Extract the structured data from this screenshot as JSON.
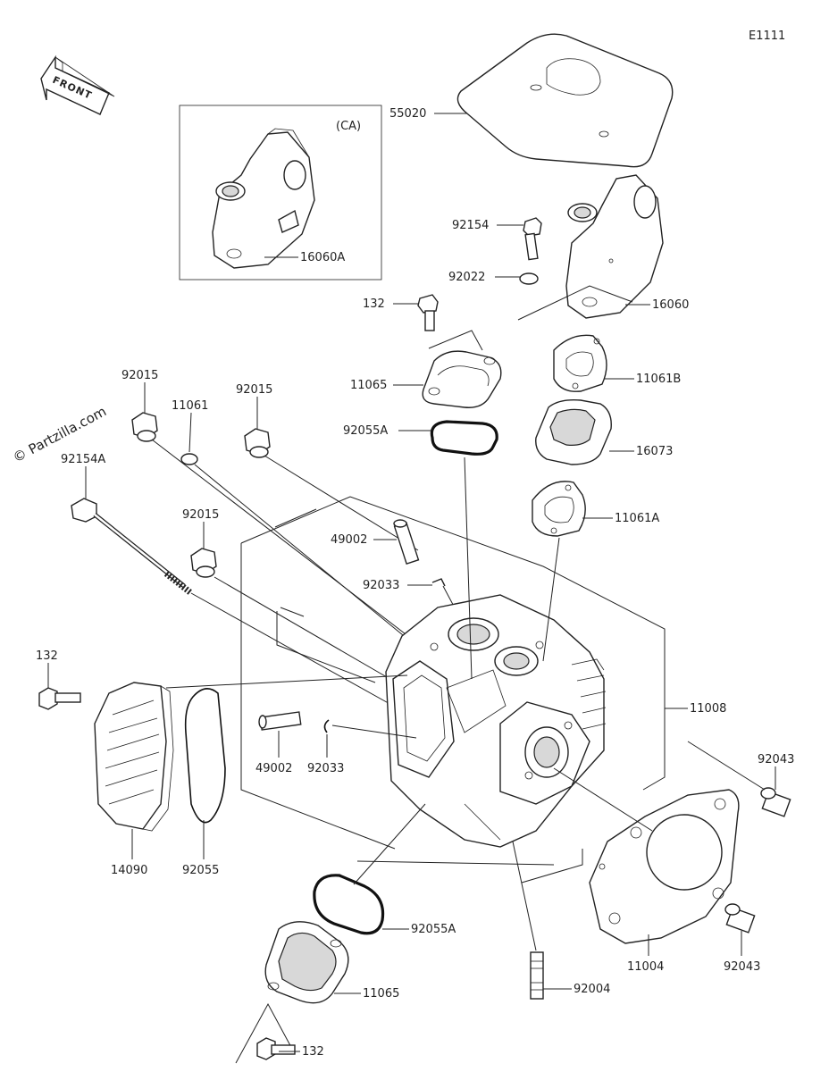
{
  "diagram": {
    "code": "E1111",
    "front_label": "FRONT",
    "watermark": "© Partzilla.com",
    "variant_box_label": "(CA)",
    "parts": [
      {
        "id": "p55020",
        "number": "55020"
      },
      {
        "id": "p16060A",
        "number": "16060A"
      },
      {
        "id": "p92154",
        "number": "92154"
      },
      {
        "id": "p92022",
        "number": "92022"
      },
      {
        "id": "p16060",
        "number": "16060"
      },
      {
        "id": "p132a",
        "number": "132"
      },
      {
        "id": "p11061B",
        "number": "11061B"
      },
      {
        "id": "p11065a",
        "number": "11065"
      },
      {
        "id": "p92015a",
        "number": "92015"
      },
      {
        "id": "p11061",
        "number": "11061"
      },
      {
        "id": "p92015b",
        "number": "92015"
      },
      {
        "id": "p92055Aa",
        "number": "92055A"
      },
      {
        "id": "p16073",
        "number": "16073"
      },
      {
        "id": "p92154A",
        "number": "92154A"
      },
      {
        "id": "p92015c",
        "number": "92015"
      },
      {
        "id": "p49002a",
        "number": "49002"
      },
      {
        "id": "p11061A",
        "number": "11061A"
      },
      {
        "id": "p92033a",
        "number": "92033"
      },
      {
        "id": "p132b",
        "number": "132"
      },
      {
        "id": "p11008",
        "number": "11008"
      },
      {
        "id": "p49002b",
        "number": "49002"
      },
      {
        "id": "p92033b",
        "number": "92033"
      },
      {
        "id": "p92043a",
        "number": "92043"
      },
      {
        "id": "p14090",
        "number": "14090"
      },
      {
        "id": "p92055",
        "number": "92055"
      },
      {
        "id": "p92055Ab",
        "number": "92055A"
      },
      {
        "id": "p11004",
        "number": "11004"
      },
      {
        "id": "p92043b",
        "number": "92043"
      },
      {
        "id": "p11065b",
        "number": "11065"
      },
      {
        "id": "p92004",
        "number": "92004"
      },
      {
        "id": "p132c",
        "number": "132"
      }
    ]
  }
}
